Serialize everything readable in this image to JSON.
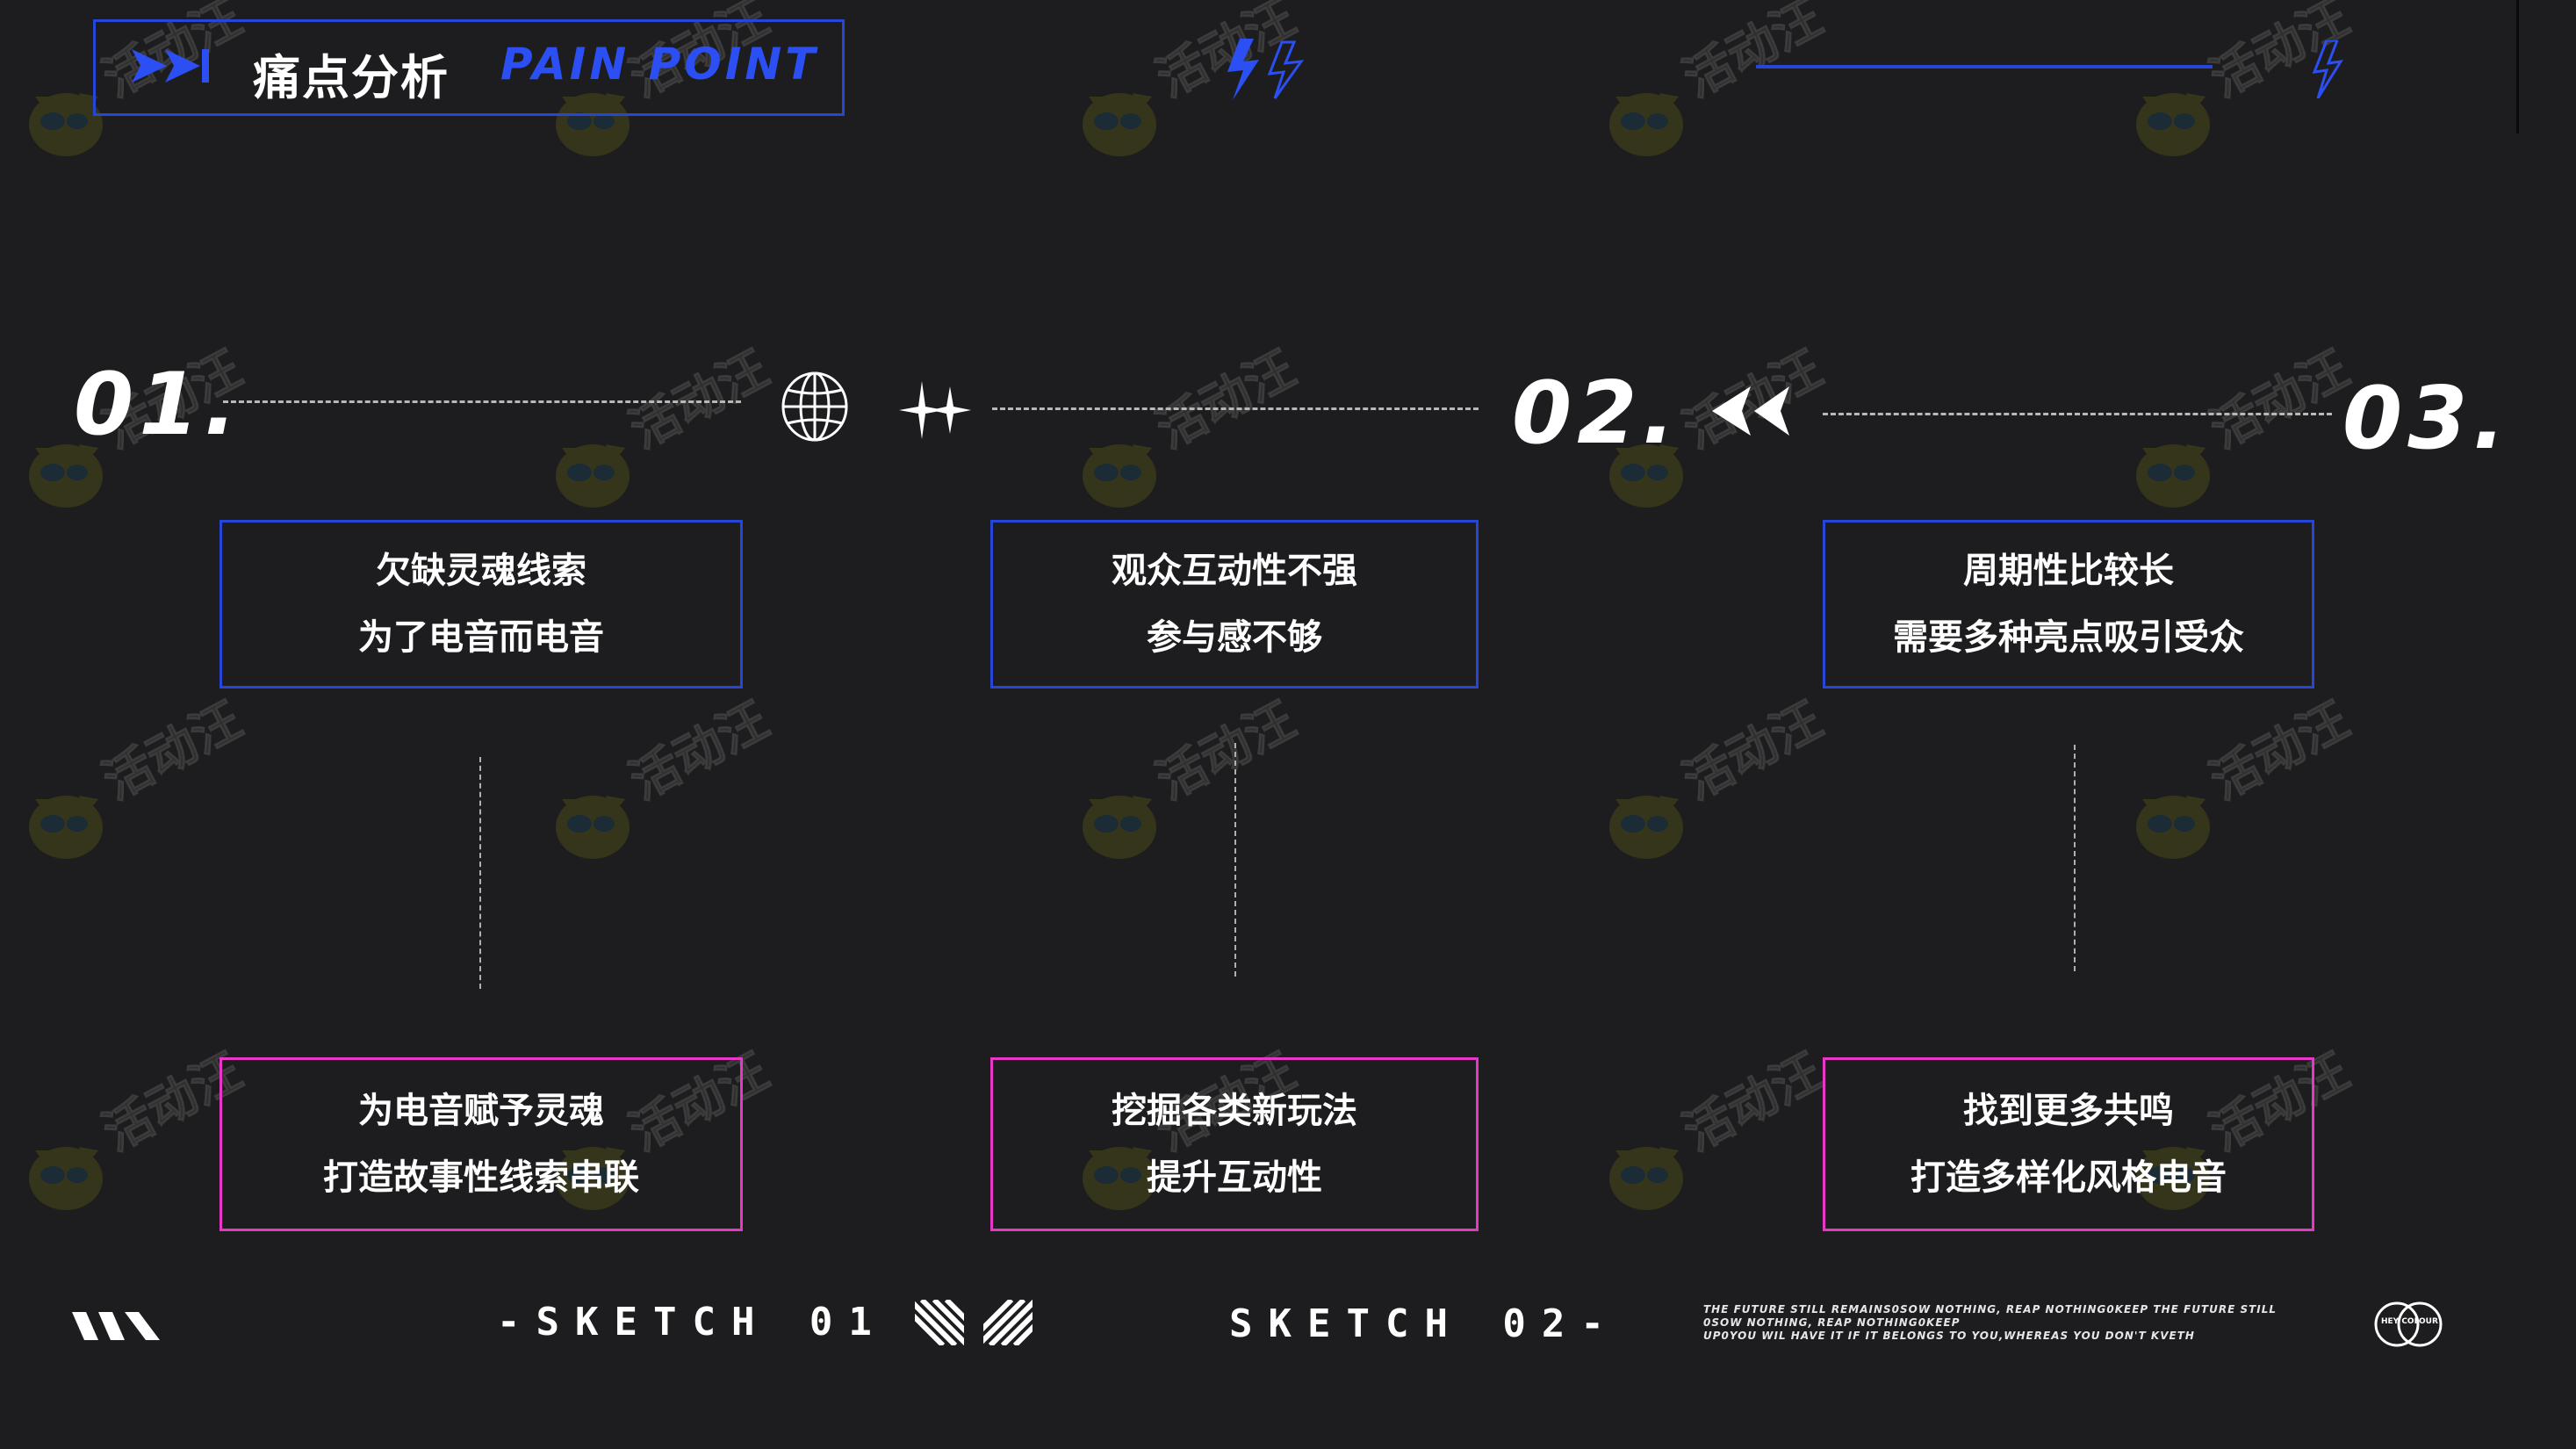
{
  "header": {
    "title": "痛点分析",
    "subtitle_en": "PAIN POINT"
  },
  "points": [
    {
      "number": "01.",
      "problem": [
        "欠缺灵魂线索",
        "为了电音而电音"
      ],
      "solution": [
        "为电音赋予灵魂",
        "打造故事性线索串联"
      ]
    },
    {
      "number": "02.",
      "problem": [
        "观众互动性不强",
        "参与感不够"
      ],
      "solution": [
        "挖掘各类新玩法",
        "提升互动性"
      ]
    },
    {
      "number": "03.",
      "problem": [
        "周期性比较长",
        "需要多种亮点吸引受众"
      ],
      "solution": [
        "找到更多共鸣",
        "打造多样化风格电音"
      ]
    }
  ],
  "footer": {
    "sketch_1": "-SKETCH 01",
    "sketch_2": "SKETCH 02-",
    "tagline_lines": [
      "THE FUTURE STILL REMAINS0SOW NOTHING, REAP NOTHING0KEEP  THE FUTURE STILL",
      "0SOW NOTHING, REAP NOTHING0KEEP",
      "UP0YOU WIL HAVE IT IF IT BELONGS TO YOU,WHEREAS YOU DON'T KVETH"
    ],
    "badge_text": "HEY COLOUR"
  },
  "watermark": {
    "text": "活动汪"
  },
  "colors": {
    "background": "#1d1d1f",
    "accent_blue": "#2746d8",
    "accent_pink": "#e637c6",
    "text": "#ffffff"
  },
  "icons": [
    "fast-forward-icon",
    "lightning-icon",
    "globe-icon",
    "sparkle-icon",
    "rewind-icon",
    "stripes-icon",
    "badge-icon"
  ]
}
